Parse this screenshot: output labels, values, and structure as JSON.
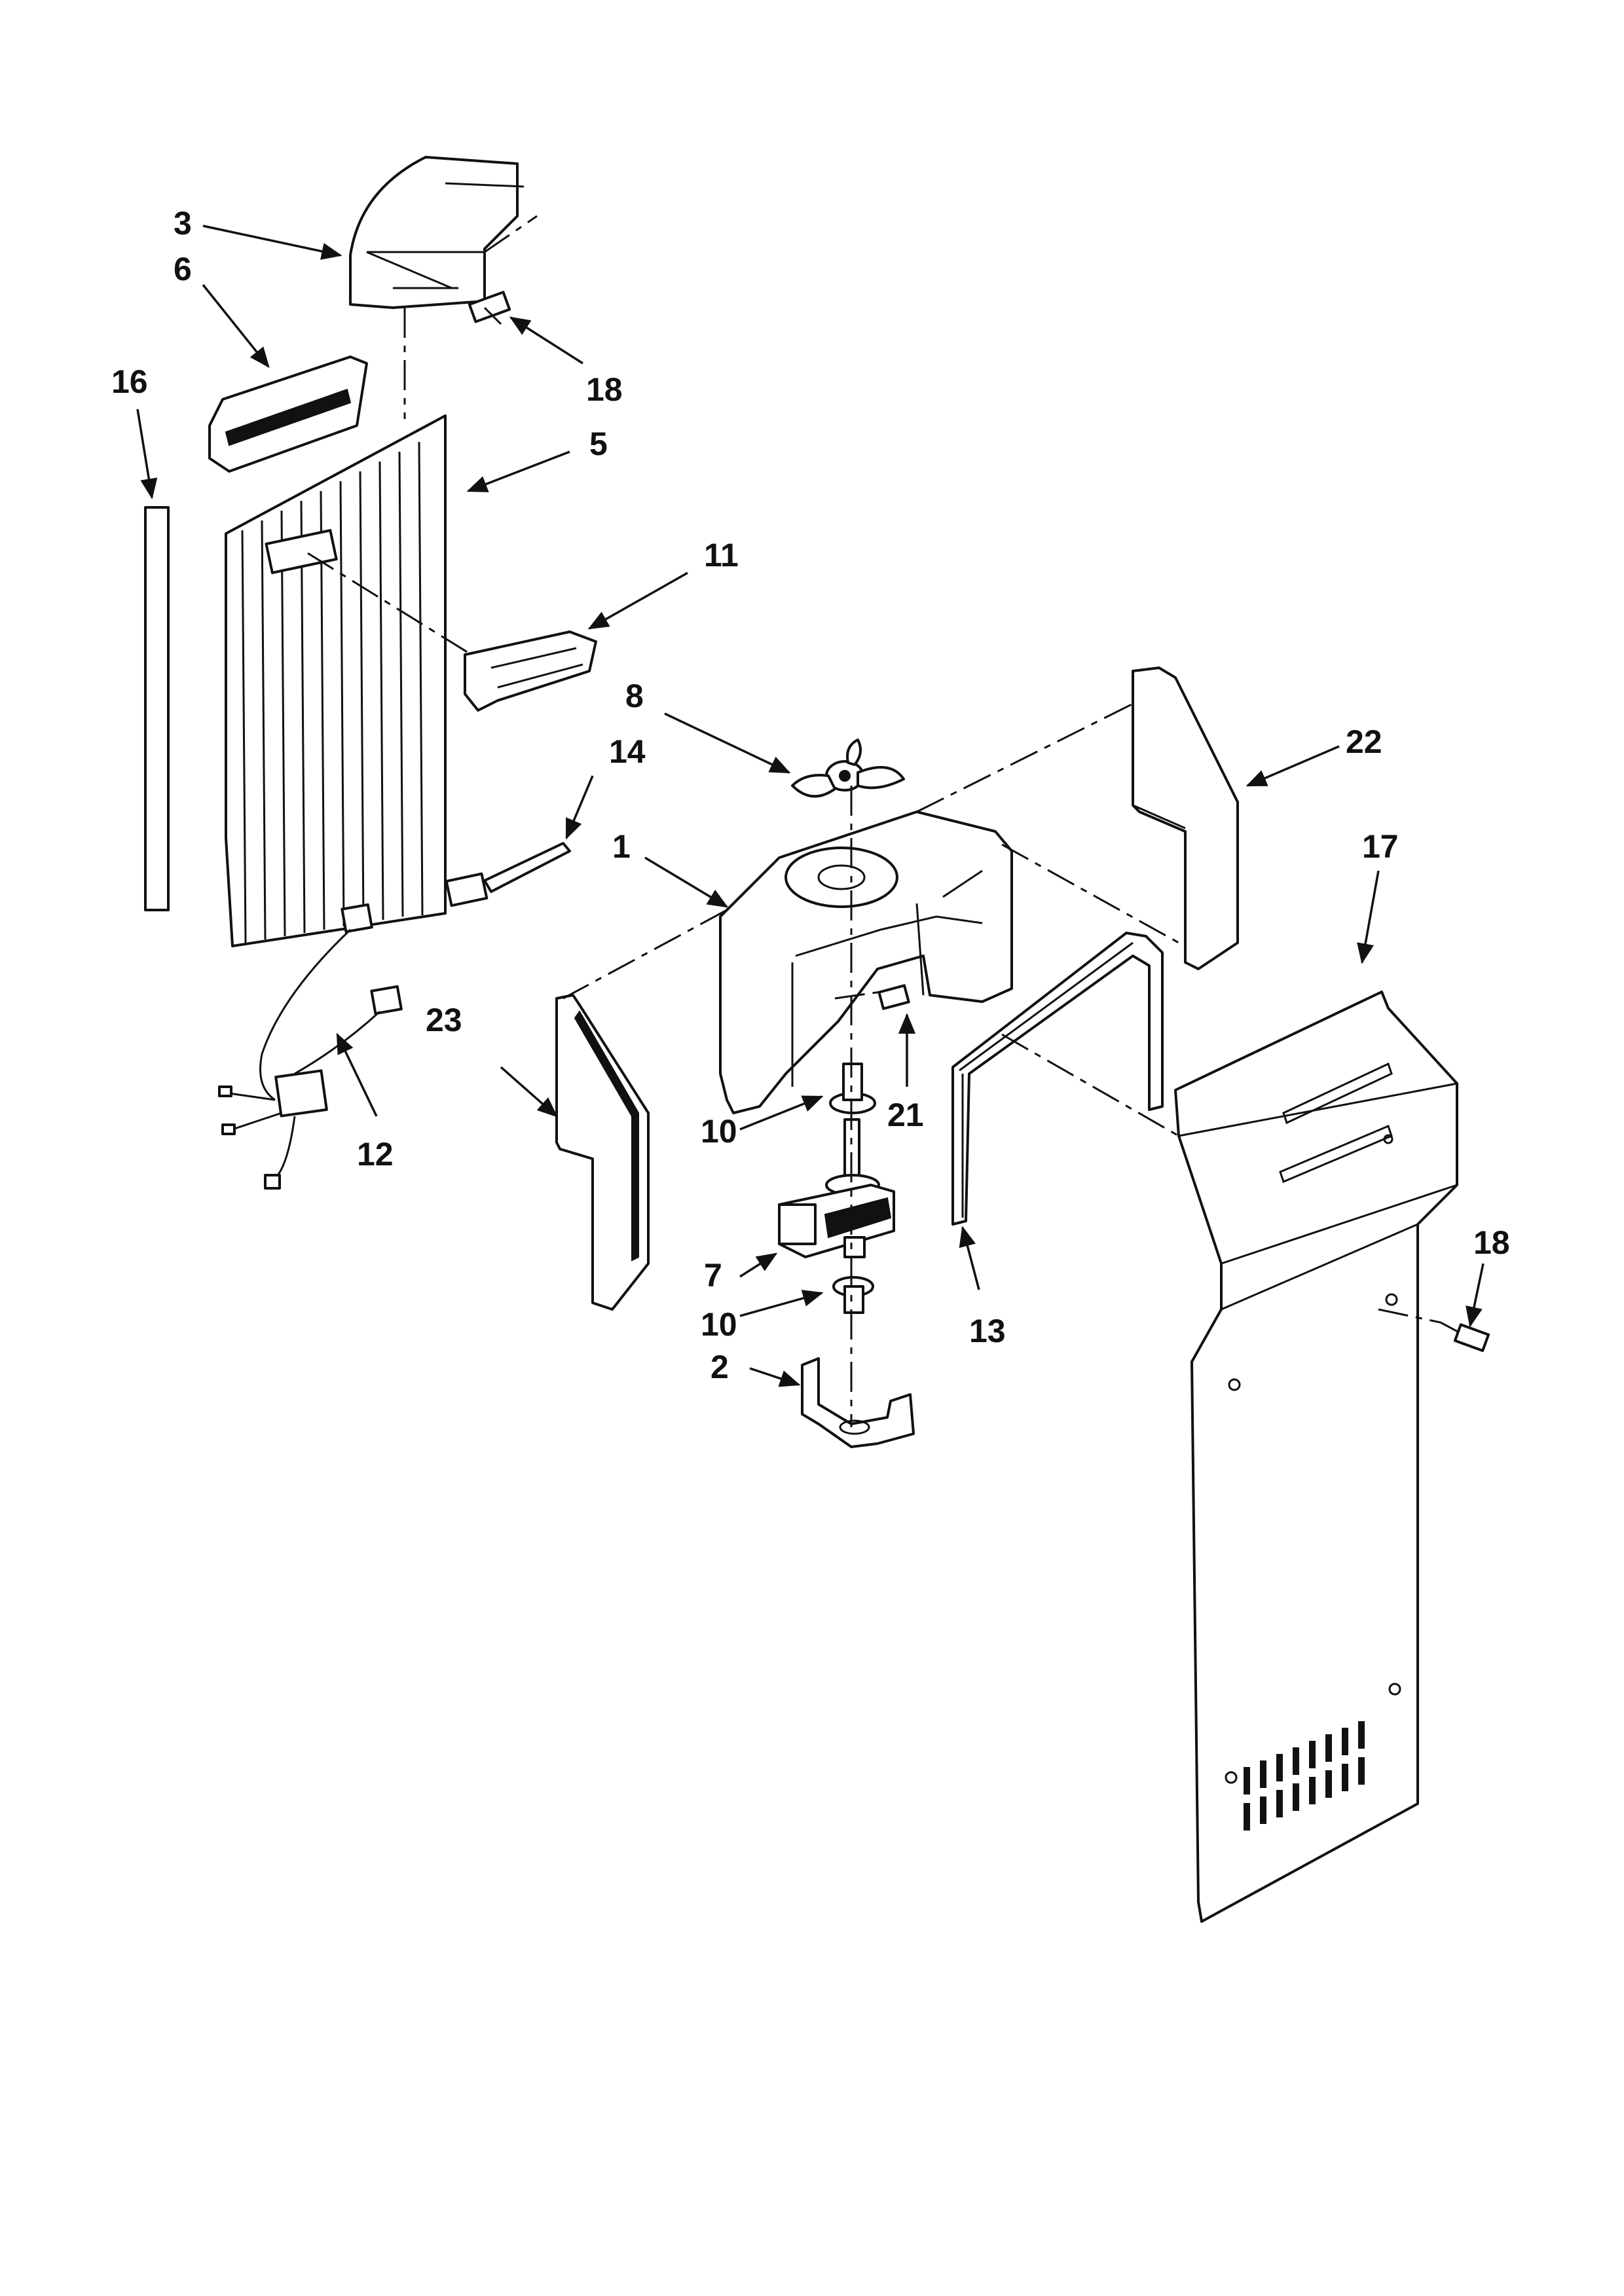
{
  "diagram": {
    "callouts": {
      "c1": "1",
      "c2": "2",
      "c3": "3",
      "c5": "5",
      "c6": "6",
      "c7": "7",
      "c8": "8",
      "c10a": "10",
      "c10b": "10",
      "c11": "11",
      "c12": "12",
      "c13": "13",
      "c14": "14",
      "c16": "16",
      "c17": "17",
      "c18a": "18",
      "c18b": "18",
      "c21": "21",
      "c22": "22",
      "c23": "23"
    }
  }
}
